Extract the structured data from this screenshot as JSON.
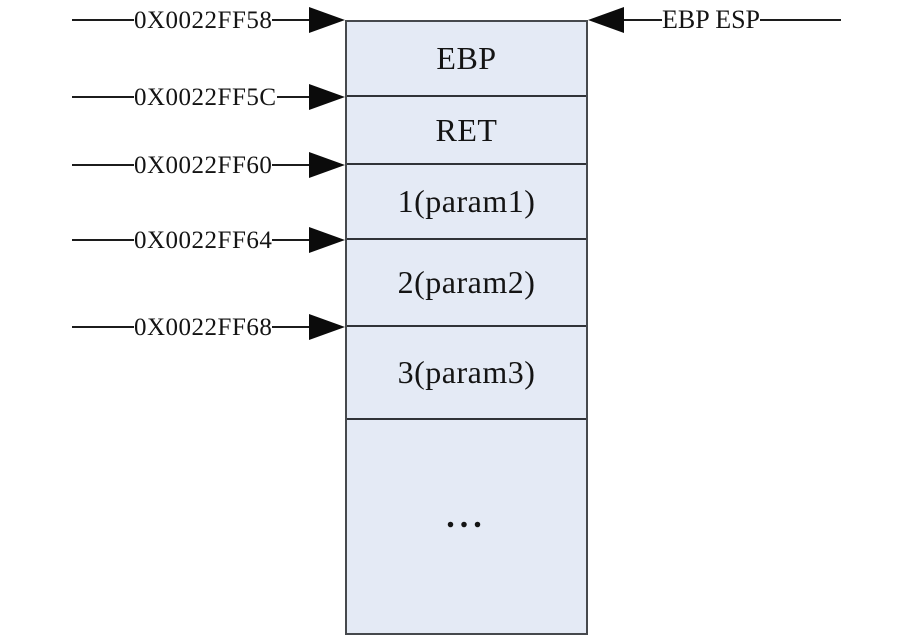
{
  "colors": {
    "background": "#ffffff",
    "cell_fill": "#e4eaf5",
    "box_border": "#46494d",
    "divider": "#303338",
    "leader_line": "#1c1c1c",
    "arrow": "#0b0b0b",
    "text": "#141414"
  },
  "stack": {
    "cells": [
      {
        "label": "EBP"
      },
      {
        "label": "RET"
      },
      {
        "label": "1(param1)"
      },
      {
        "label": "2(param2)"
      },
      {
        "label": "3(param3)"
      },
      {
        "label": "..."
      }
    ]
  },
  "addresses": [
    {
      "label": "0X0022FF58"
    },
    {
      "label": "0X0022FF5C"
    },
    {
      "label": "0X0022FF60"
    },
    {
      "label": "0X0022FF64"
    },
    {
      "label": "0X0022FF68"
    }
  ],
  "register_pointer": {
    "label": "EBP ESP"
  }
}
